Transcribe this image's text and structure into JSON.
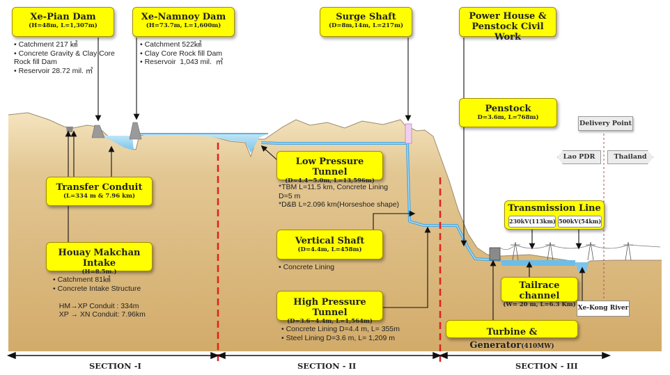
{
  "xe_pian_dam": {
    "title": "Xe-Pian Dam",
    "spec": "(H=48m, L=1,307m)"
  },
  "xe_namnoy_dam": {
    "title": "Xe-Namnoy Dam",
    "spec": "(H=73.7m, L=1,600m)"
  },
  "surge_shaft": {
    "title": "Surge Shaft",
    "spec": "(D=8m,14m, L=217m)"
  },
  "power_house": {
    "title_line1": "Power House &",
    "title_line2": "Penstock Civil Work"
  },
  "penstock": {
    "title": "Penstock",
    "spec": "D=3.6m, L=768m)"
  },
  "xe_pian_notes": "• Catchment 217 ㎢\n• Concrete Gravity & Clay Core\nRock fill Dam\n• Reservoir 28.72 mil. ㎥",
  "xe_namnoy_notes": "• Catchment 522㎢\n• Clay Core Rock fill Dam\n• Reservoir  1,043 mil.  ㎥",
  "delivery_point": "Delivery Point",
  "lao_pdr": "Lao PDR",
  "thailand": "Thailand",
  "low_pressure_tunnel": {
    "title": "Low Pressure Tunnel",
    "spec": "(D=4.4~5.0m, L=13,596m)"
  },
  "low_pressure_notes": "*TBM L=11.5 km, Concrete Lining\nD=5 m\n*D&B L=2.096 km(Horseshoe shape)",
  "transfer_conduit": {
    "title": "Transfer Conduit",
    "spec": "(L=334 m & 7.96 km)"
  },
  "transmission_line": {
    "title": "Transmission Line",
    "line_230": "230kV(113km)",
    "line_500": "500kV(54km)"
  },
  "vertical_shaft": {
    "title": "Vertical Shaft",
    "spec": "(D=4.4m, L=458m)"
  },
  "vertical_shaft_notes": "• Concrete Lining",
  "houay_intake": {
    "title": "Houay Makchan Intake",
    "spec": "(H=8.5m.)"
  },
  "houay_notes": "• Catchment 81㎢\n• Concrete Intake Structure\n\n   HM→XP Conduit : 334m\n   XP → XN Conduit: 7.96km",
  "tailrace_channel": {
    "title": "Tailrace channel",
    "spec": "(W= 20 m, L=6.3 Km)"
  },
  "xe_kong_river": "Xe-Kong River",
  "high_pressure_tunnel": {
    "title": "High Pressure Tunnel",
    "spec": "(D=3.6~4.4m, L=1,564m)"
  },
  "high_pressure_notes": "• Concrete Lining D=4.4 m, L= 355m\n• Steel Lining D=3.6 m, L= 1,209 m",
  "turbine_generator": {
    "title": "Turbine & Generator",
    "capacity": "(410MW)"
  },
  "sections": [
    "SECTION -I",
    "SECTION - II",
    "SECTION - III"
  ],
  "colors": {
    "label_fill": "#ffff00",
    "terrain": "#ddc088",
    "water": "#8fd0ee",
    "tunnel": "#4aa8e0",
    "section_divider": "#e02020"
  }
}
